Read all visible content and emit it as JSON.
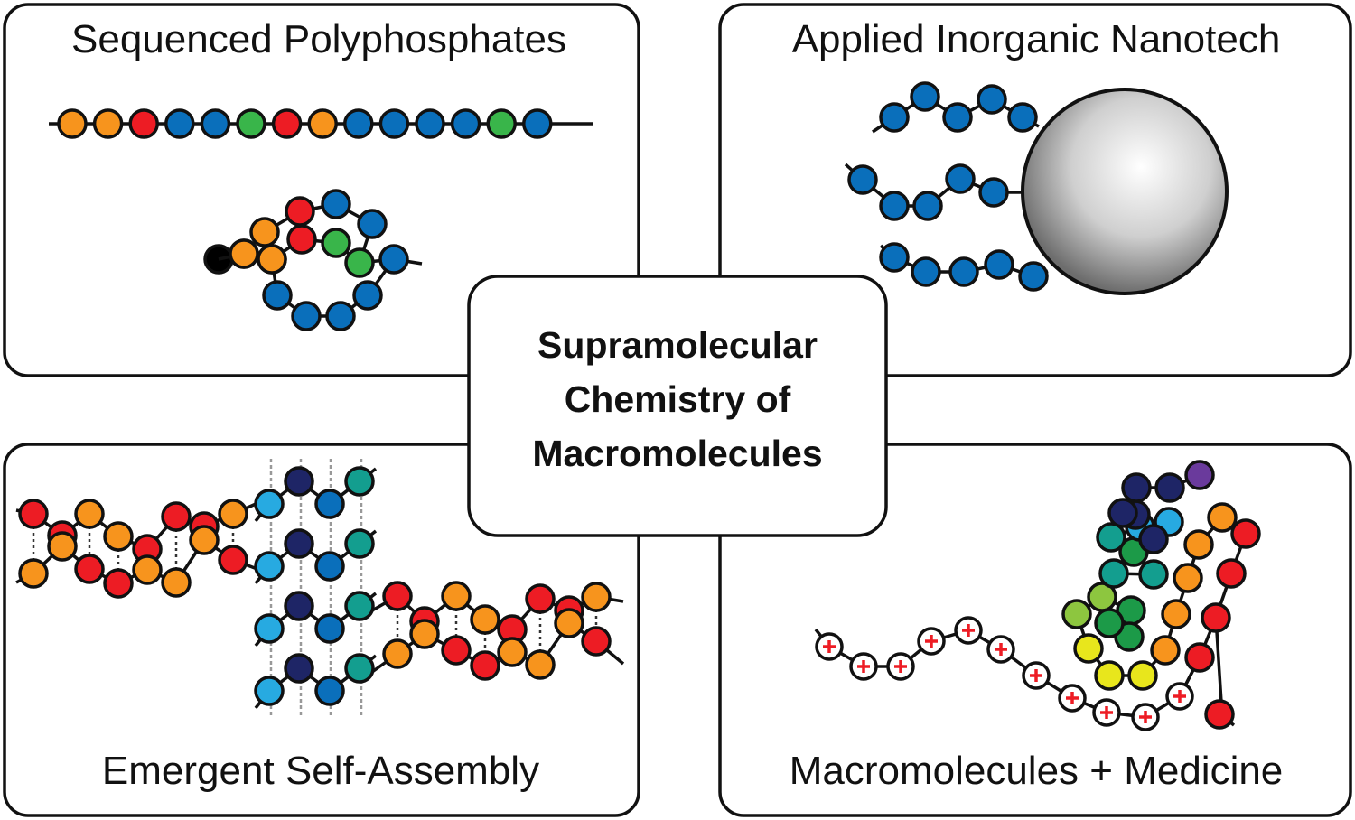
{
  "center": {
    "lines": [
      "Supramolecular",
      "Chemistry of",
      "Macromolecules"
    ]
  },
  "panels": {
    "top_left": {
      "title": "Sequenced Polyphosphates"
    },
    "top_right": {
      "title": "Applied Inorganic Nanotech"
    },
    "bottom_left": {
      "title": "Emergent Self-Assembly"
    },
    "bottom_right": {
      "title": "Macromolecules + Medicine"
    }
  },
  "colors": {
    "orange": "#f7941d",
    "red": "#ed1c24",
    "blue": "#0a6fbb",
    "green": "#39b54a",
    "navy": "#1e2566",
    "sky": "#27aae1",
    "teal": "#139e8f",
    "darkgreen": "#1c9a48",
    "lime": "#8dc63f",
    "yellow": "#e8e61c",
    "purple": "#6a3a9c",
    "outline": "#111111",
    "charge": "#ed1c24"
  },
  "icons": {
    "nanoparticle": "sphere-icon",
    "charge": "plus-icon"
  }
}
